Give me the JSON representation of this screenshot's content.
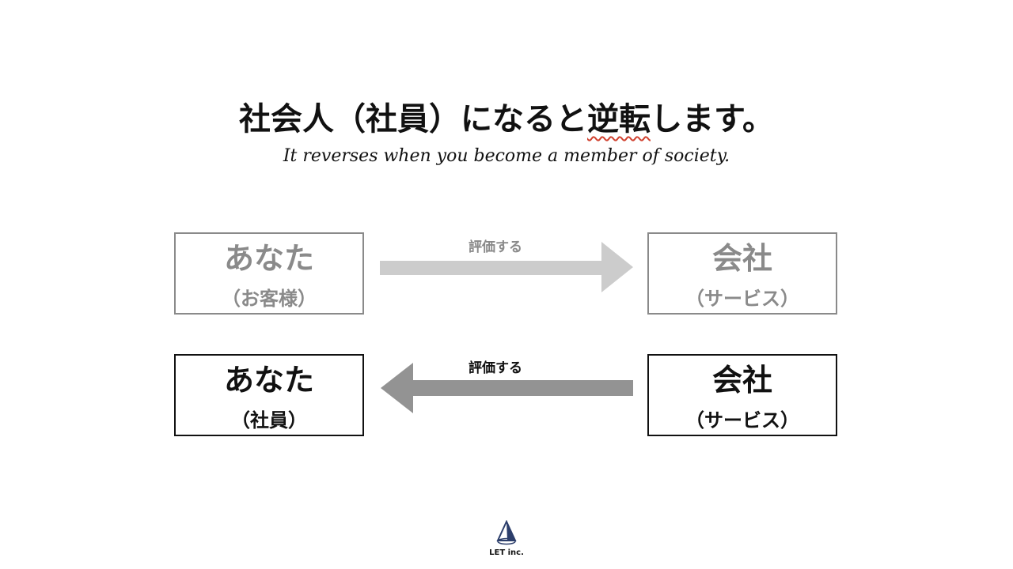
{
  "title": {
    "before": "社会人（社員）になると",
    "highlight": "逆転",
    "after": "します。"
  },
  "subtitle": "It reverses when you become a member of society.",
  "top_row": {
    "left_main": "あなた",
    "left_sub": "（お客様）",
    "arrow_label": "評価する",
    "right_main": "会社",
    "right_sub": "（サービス）"
  },
  "bottom_row": {
    "left_main": "あなた",
    "left_sub": "（社員）",
    "arrow_label": "評価する",
    "right_main": "会社",
    "right_sub": "（サービス）"
  },
  "logo": {
    "text": "LET inc."
  },
  "colors": {
    "light_arrow": "#cccccc",
    "dark_arrow": "#939393",
    "underline": "#d0412f"
  }
}
